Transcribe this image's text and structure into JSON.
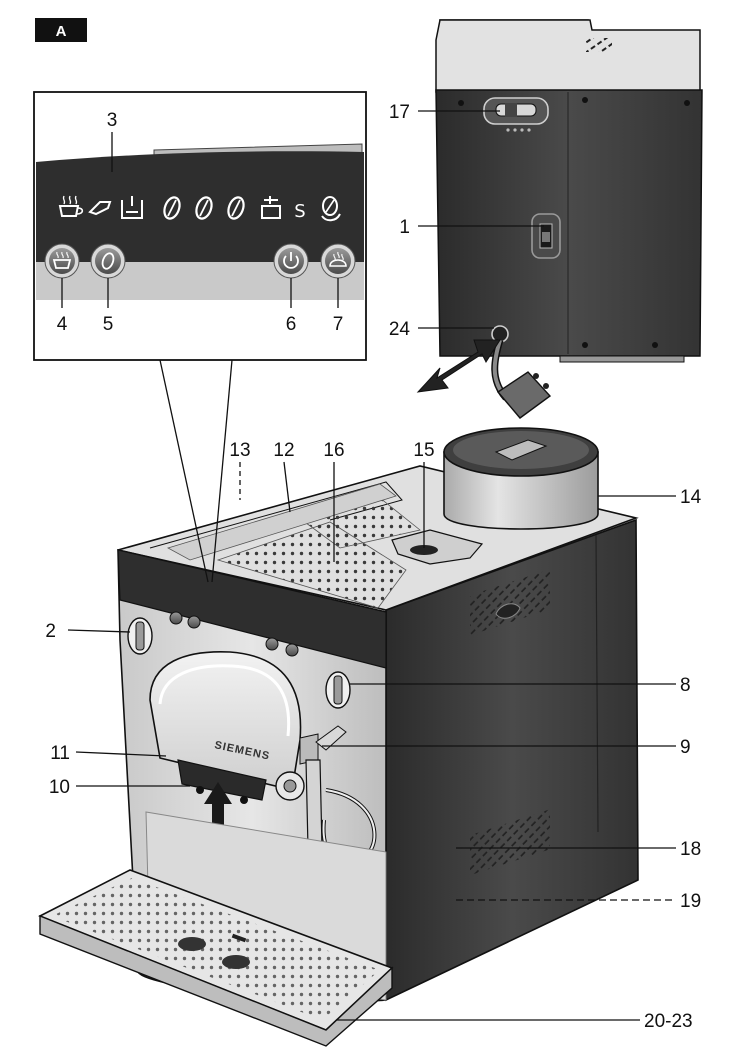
{
  "figure_label": "A",
  "brand": "SIEMENS",
  "panel_symbols": {
    "s_label": "S"
  },
  "callouts": {
    "c1": "1",
    "c2": "2",
    "c3": "3",
    "c4": "4",
    "c5": "5",
    "c6": "6",
    "c7": "7",
    "c8": "8",
    "c9": "9",
    "c10": "10",
    "c11": "11",
    "c12": "12",
    "c13": "13",
    "c14": "14",
    "c15": "15",
    "c16": "16",
    "c17": "17",
    "c18": "18",
    "c19": "19",
    "c20_23": "20-23",
    "c24": "24"
  },
  "colors": {
    "dark_body": "#3a3a3a",
    "light_body": "#d6d6d6",
    "panel": "#2e2e2e",
    "outline": "#111111"
  }
}
